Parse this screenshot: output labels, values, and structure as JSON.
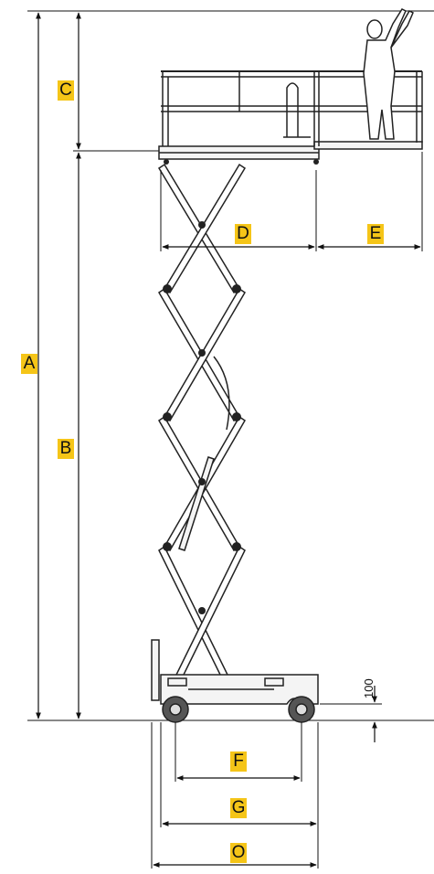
{
  "labels": {
    "a": "A",
    "b": "B",
    "c": "C",
    "d": "D",
    "e": "E",
    "f": "F",
    "g": "G",
    "o": "O"
  },
  "clearance": "100",
  "colors": {
    "label_bg": "#f5c518",
    "line": "#111111"
  }
}
